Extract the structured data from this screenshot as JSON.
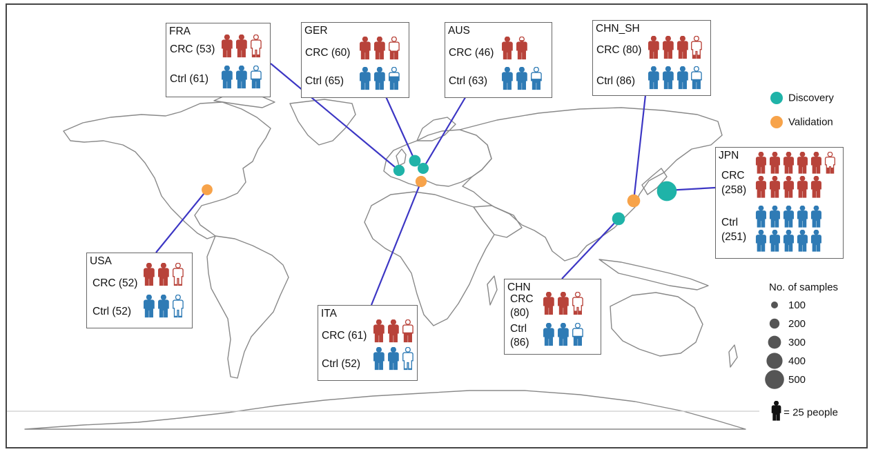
{
  "colors": {
    "crc": "#b8433a",
    "ctrl": "#2f7bb5",
    "discovery": "#1fb3a8",
    "validation": "#f7a34a",
    "connector": "#3c36c4",
    "land_outline": "#888888"
  },
  "icons": {
    "person": "person-icon"
  },
  "cohorts": [
    {
      "id": "fra",
      "name": "FRA",
      "crc_label": "CRC (53)",
      "ctrl_label": "Ctrl (61)",
      "set": "discovery",
      "n_total": 114,
      "crc_icons": [
        1,
        1,
        0.15
      ],
      "ctrl_icons": [
        1,
        1,
        0.45
      ]
    },
    {
      "id": "ger",
      "name": "GER",
      "crc_label": "CRC (60)",
      "ctrl_label": "Ctrl (65)",
      "set": "discovery",
      "n_total": 125,
      "crc_icons": [
        1,
        1,
        0.4
      ],
      "ctrl_icons": [
        1,
        1,
        0.6
      ]
    },
    {
      "id": "aus",
      "name": "AUS",
      "crc_label": "CRC (46)",
      "ctrl_label": "Ctrl (63)",
      "set": "discovery",
      "n_total": 109,
      "crc_icons": [
        1,
        0.85
      ],
      "ctrl_icons": [
        1,
        1,
        0.5
      ]
    },
    {
      "id": "chn_sh",
      "name": "CHN_SH",
      "crc_label": "CRC (80)",
      "ctrl_label": "Ctrl (86)",
      "set": "validation",
      "n_total": 166,
      "crc_icons": [
        1,
        1,
        1,
        0.2
      ],
      "ctrl_icons": [
        1,
        1,
        1,
        0.45
      ]
    },
    {
      "id": "jpn",
      "name": "JPN",
      "crc_label": "CRC\n(258)",
      "ctrl_label": "Ctrl\n(251)",
      "set": "discovery",
      "n_total": 509,
      "crc_icons": [
        1,
        1,
        1,
        1,
        1,
        0.3,
        1,
        1,
        1,
        1,
        1
      ],
      "ctrl_icons": [
        1,
        1,
        1,
        1,
        1,
        1,
        1,
        1,
        1,
        1
      ]
    },
    {
      "id": "usa",
      "name": "USA",
      "crc_label": "CRC (52)",
      "ctrl_label": "Ctrl (52)",
      "set": "validation",
      "n_total": 104,
      "crc_icons": [
        1,
        1,
        0.1
      ],
      "ctrl_icons": [
        1,
        1,
        0.1
      ]
    },
    {
      "id": "ita",
      "name": "ITA",
      "crc_label": "CRC (61)",
      "ctrl_label": "Ctrl (52)",
      "set": "validation",
      "n_total": 113,
      "crc_icons": [
        1,
        1,
        0.45
      ],
      "ctrl_icons": [
        1,
        1,
        0.1
      ]
    },
    {
      "id": "chn",
      "name": "CHN",
      "crc_label": "CRC\n(80)",
      "ctrl_label": "Ctrl\n(86)",
      "set": "discovery",
      "n_total": 166,
      "crc_icons": [
        1,
        1,
        0.2
      ],
      "ctrl_icons": [
        1,
        1,
        0.45
      ]
    }
  ],
  "legend": {
    "discovery_label": "Discovery",
    "validation_label": "Validation",
    "size_title": "No. of samples",
    "size_values": [
      "100",
      "200",
      "300",
      "400",
      "500"
    ],
    "icon_note": "= 25 people"
  }
}
